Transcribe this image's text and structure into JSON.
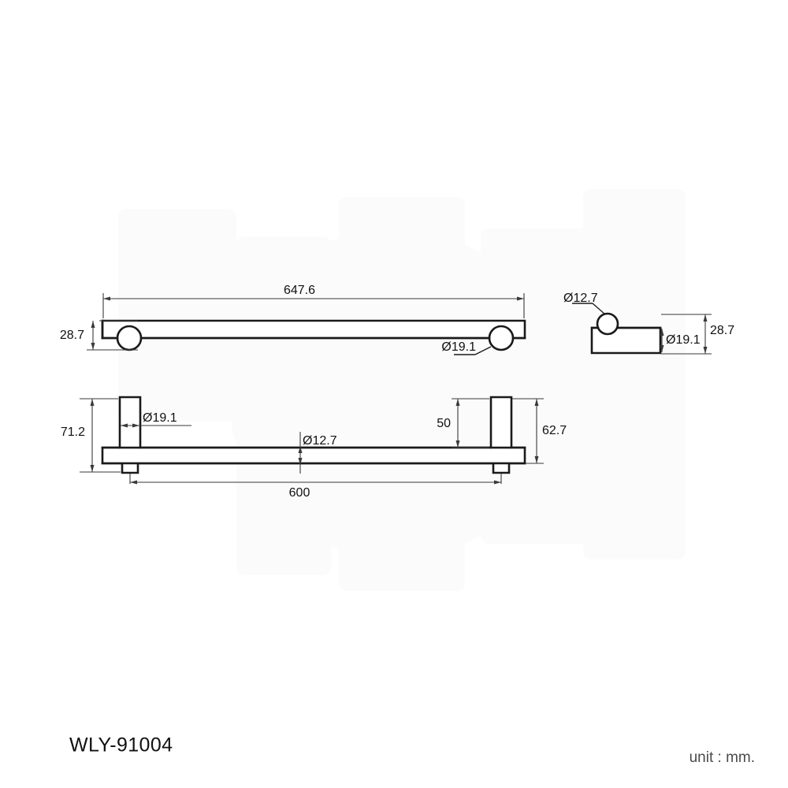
{
  "sheet": {
    "part_number": "WLY-91004",
    "unit_note": "unit : mm.",
    "background_color": "#ffffff",
    "line_color": "#1a1a1a",
    "dimension_color": "#3a3a3a"
  },
  "views": {
    "front": {
      "name": "front-elevation-view",
      "dimensions": {
        "overall_length": "647.6",
        "overall_depth": "28.7",
        "post_diameter": "Ø19.1"
      }
    },
    "side": {
      "name": "side-elevation-view",
      "dimensions": {
        "post_diameter_small": "Ø12.7",
        "bar_diameter": "Ø19.1",
        "overall_depth": "28.7"
      }
    },
    "plan": {
      "name": "plan-top-view",
      "dimensions": {
        "overall_height": "71.2",
        "post_diameter": "Ø19.1",
        "bar_diameter": "Ø12.7",
        "post_height": "50",
        "overall_height_right": "62.7",
        "center_distance": "600"
      }
    }
  },
  "labels": {
    "len_647_6": "647.6",
    "depth_28_7": "28.7",
    "dia_19_1_front": "Ø19.1",
    "dia_12_7_side": "Ø12.7",
    "dia_19_1_side": "Ø19.1",
    "depth_28_7_side": "28.7",
    "height_71_2": "71.2",
    "dia_19_1_plan": "Ø19.1",
    "dia_12_7_plan": "Ø12.7",
    "post_50": "50",
    "height_62_7": "62.7",
    "center_600": "600"
  }
}
